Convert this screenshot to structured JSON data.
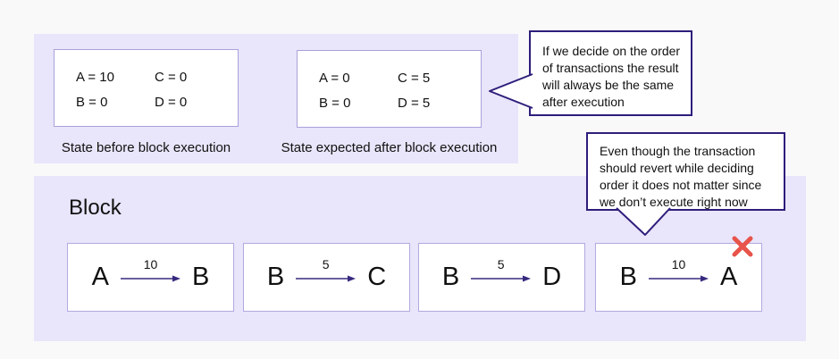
{
  "colors": {
    "page_background": "#f9f9fa",
    "panel_background": "#e9e5fa",
    "light_box_border": "#a9a2dc",
    "callout_border": "#2e1d7b",
    "arrow": "#372a7e",
    "reject_x": "#e8544b"
  },
  "states_panel": {
    "before": {
      "entries": [
        "A = 10",
        "C = 0",
        "B = 0",
        "D = 0"
      ],
      "label": "State before block execution"
    },
    "after": {
      "entries": [
        "A = 0",
        "C = 5",
        "B = 0",
        "D = 5"
      ],
      "label": "State expected after block execution"
    }
  },
  "callouts": {
    "order": {
      "lines": [
        "If we decide on the order",
        "of transactions the result",
        "will always be the same",
        "after execution"
      ]
    },
    "revert": {
      "lines": [
        "Even though the transaction",
        "should revert while deciding",
        "order it does not matter since",
        "we don’t execute right now"
      ]
    }
  },
  "block_panel": {
    "title": "Block",
    "transactions": [
      {
        "from": "A",
        "amount": "10",
        "to": "B",
        "rejected": false
      },
      {
        "from": "B",
        "amount": "5",
        "to": "C",
        "rejected": false
      },
      {
        "from": "B",
        "amount": "5",
        "to": "D",
        "rejected": false
      },
      {
        "from": "B",
        "amount": "10",
        "to": "A",
        "rejected": true
      }
    ]
  }
}
